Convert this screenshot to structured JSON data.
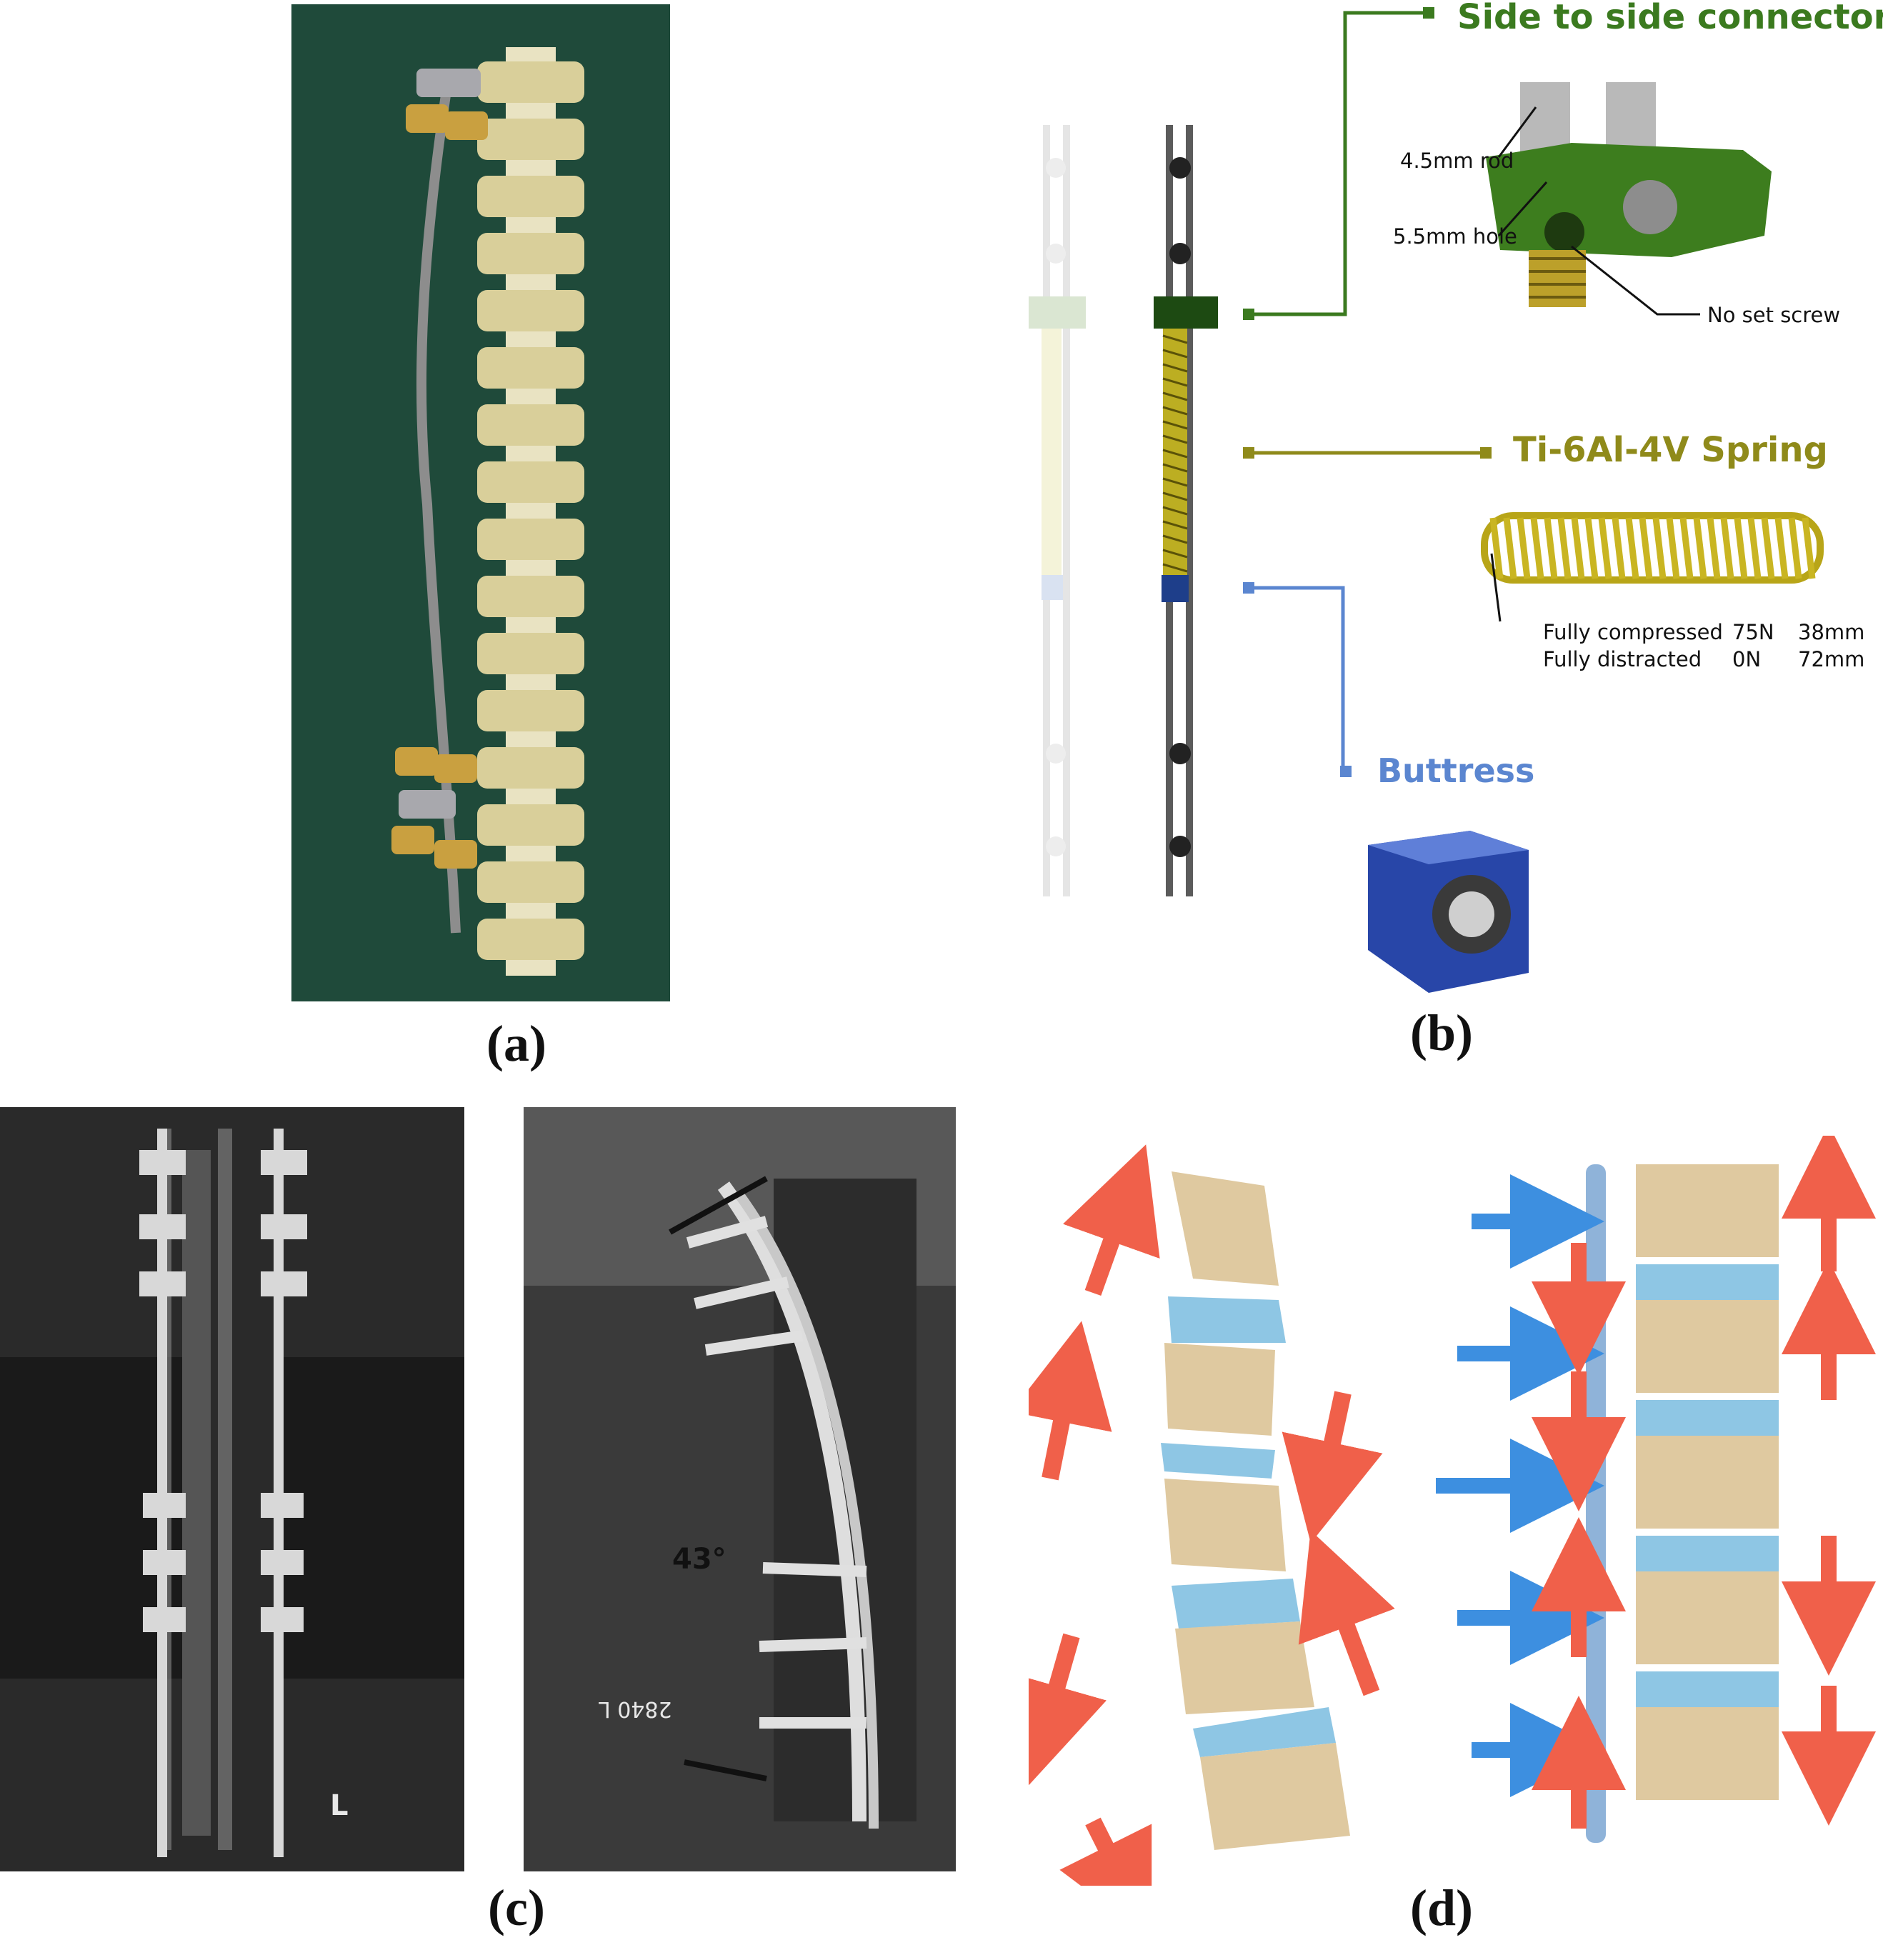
{
  "captions": {
    "a": "(a)",
    "b": "(b)",
    "c": "(c)",
    "d": "(d)"
  },
  "panel_b": {
    "connector_title": "Side to side connector",
    "rod_label": "4.5mm rod",
    "hole_label": "5.5mm hole",
    "screw_label": "No set screw",
    "spring_title": "Ti-6Al-4V Spring",
    "spring_rows": [
      {
        "state": "Fully compressed",
        "force": "75N",
        "length": "38mm"
      },
      {
        "state": "Fully distracted",
        "force": "0N",
        "length": "72mm"
      }
    ],
    "buttress_title": "Buttress"
  },
  "panel_c": {
    "angle": "43°",
    "marker_ap": "L",
    "marker_lat": "2840 L"
  },
  "colors": {
    "connector": "#3b7a1f",
    "spring": "#8f8a1a",
    "buttress": "#5b86d0",
    "green_bg": "#1f4a3a",
    "xray_bg": "#2a2a2a",
    "force_red": "#f0604a",
    "force_blue": "#3d8fe0"
  }
}
